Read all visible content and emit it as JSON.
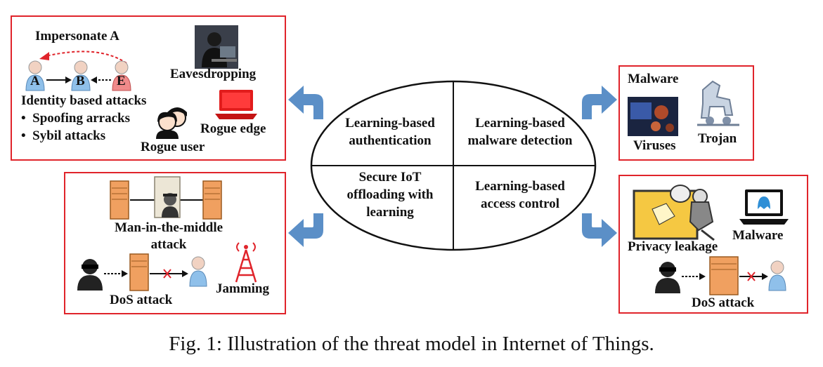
{
  "identity_box": {
    "impersonate": "Impersonate A",
    "node_a": "A",
    "node_b": "B",
    "node_e": "E",
    "title": "Identity based attacks",
    "bullets": [
      "Spoofing arracks",
      "Sybil attacks"
    ],
    "eavesdropping": "Eavesdropping",
    "rogue_edge": "Rogue edge",
    "rogue_user": "Rogue user"
  },
  "mitm_box": {
    "mitm_label_line1": "Man-in-the-middle",
    "mitm_label_line2": "attack",
    "dos": "DoS attack",
    "jamming": "Jamming"
  },
  "malware_box": {
    "title": "Malware",
    "viruses": "Viruses",
    "trojan": "Trojan"
  },
  "privacy_box": {
    "privacy": "Privacy leakage",
    "malware": "Malware",
    "dos": "DoS attack"
  },
  "center": {
    "q1_line1": "Learning-based",
    "q1_line2": "authentication",
    "q2_line1": "Learning-based",
    "q2_line2": "malware detection",
    "q3_line1": "Secure IoT",
    "q3_line2": "offloading with",
    "q3_line3": "learning",
    "q4_line1": "Learning-based",
    "q4_line2": "access control"
  },
  "caption": "Fig. 1: Illustration of the threat model in Internet of Things."
}
